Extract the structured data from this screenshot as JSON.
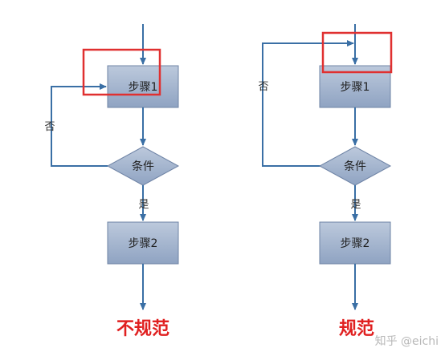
{
  "colors": {
    "node_fill_top": "#bcc9dc",
    "node_fill_bottom": "#8fa3c2",
    "node_stroke": "#6f84a6",
    "edge": "#3a6fa5",
    "highlight": "#e03030",
    "caption": "#e02020"
  },
  "left": {
    "step1": "步骤1",
    "condition": "条件",
    "step2": "步骤2",
    "no_label": "否",
    "yes_label": "是",
    "caption": "不规范"
  },
  "right": {
    "step1": "步骤1",
    "condition": "条件",
    "step2": "步骤2",
    "no_label": "否",
    "yes_label": "是",
    "caption": "规范"
  },
  "watermark": "知乎 @eichi"
}
